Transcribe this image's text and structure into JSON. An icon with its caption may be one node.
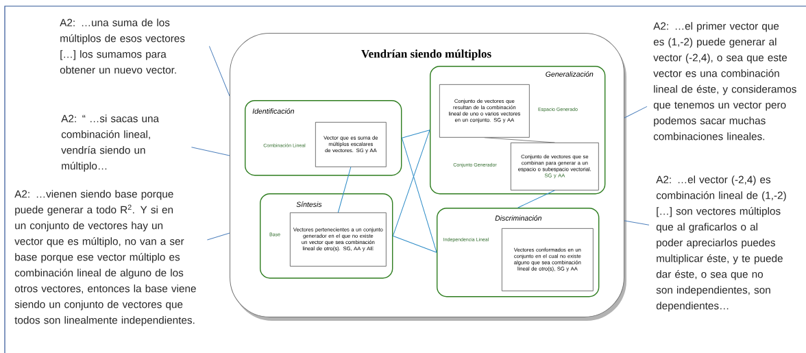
{
  "diagram": {
    "nodes": [
      {
        "text": [
          "Vendrían siendo múltiplos"
        ]
      },
      {
        "text": [
          "Identificación",
          "Combinación Lineal"
        ],
        "in": 0
      },
      {
        "text": [
          "Vector que es suma de múltiplos escalares de vectores. SG y AA"
        ],
        "in": 1
      },
      {
        "text": [
          "Generalización",
          "Espacio Generado",
          "Conjunto Generador"
        ],
        "in": 0
      },
      {
        "text": [
          "Conjunto de vectores que resultan de la combinación lineal de uno o varios vectores en un conjunto. SG y AA"
        ],
        "in": 3
      },
      {
        "text": [
          "Conjunto de vectores que se combinan para generar a un espacio o subespacio vectorial.",
          "SG y AA"
        ],
        "in": 3
      },
      {
        "text": [
          "Síntesis",
          "Base"
        ],
        "in": 0
      },
      {
        "text": [
          "Vectores pertenecientes a un conjunto generador en el que no existe un vector que sea combinación lineal de otro(s). SG, AA y AE"
        ],
        "in": 6
      },
      {
        "text": [
          "Discriminación",
          "Independencia Lineal"
        ],
        "in": 0
      },
      {
        "text": [
          "Vectores conformados en un conjunto en el cual no existe alguno que sea combinación lineal de otro(s), SG y AA"
        ],
        "in": 8
      },
      {
        "text": [
          "A2: …una suma de los múltiplos de esos vectores […] los sumamos para obtener un nuevo vector."
        ]
      },
      {
        "text": [
          "A2: “  …si sacas una combinación lineal, vendría siendo un múltiplo…"
        ]
      },
      {
        "text": [
          "A2: …vienen siendo base porque puede generar a todo R$^{2}$. Y si en un conjunto de vectores hay un vector que es múltiplo, no van a ser base porque ese vector múltiplo es combinación lineal de alguno de los otros vectores, entonces la base viene siendo un conjunto de vectores que todos son linealmente independientes."
        ]
      },
      {
        "text": [
          "A2: …el primer vector que es (1,-2) puede generar al vector (-2,4), o sea que este vector es una combinación lineal de éste, y consideramos que tenemos un vector pero podemos sacar muchas combinaciones lineales."
        ]
      },
      {
        "text": [
          "A2: …el vector (-2,4) es combinación lineal de (1,-2) […]  son vectores múltiplos que al graficarlos o al poder apreciarlos puedes multiplicar éste, y te puede dar éste, o sea que no son independientes, son dependientes…"
        ]
      }
    ],
    "edges": [
      {
        "from": 2,
        "to": 7,
        "arrow": "none"
      },
      {
        "from": 1,
        "to": 3,
        "arrow": "none"
      },
      {
        "from": 1,
        "to": 8,
        "arrow": "none"
      },
      {
        "from": 6,
        "to": 3,
        "arrow": "none"
      },
      {
        "from": 6,
        "to": 8,
        "arrow": "none"
      },
      {
        "from": 5,
        "to": 8,
        "arrow": "none"
      },
      {
        "from": 4,
        "to": 5,
        "arrow": "none",
        "color": "#7f7f7f"
      },
      {
        "from": 10,
        "to": 0,
        "arrow": "none",
        "color": "#4f81bd"
      },
      {
        "from": 11,
        "to": 0,
        "arrow": "none",
        "color": "#4f81bd"
      },
      {
        "from": 12,
        "to": 0,
        "arrow": "none",
        "color": "#4f81bd"
      },
      {
        "from": 13,
        "to": 0,
        "arrow": "none",
        "color": "#4f81bd"
      },
      {
        "from": 14,
        "to": 0,
        "arrow": "none",
        "color": "#4f81bd"
      }
    ]
  }
}
